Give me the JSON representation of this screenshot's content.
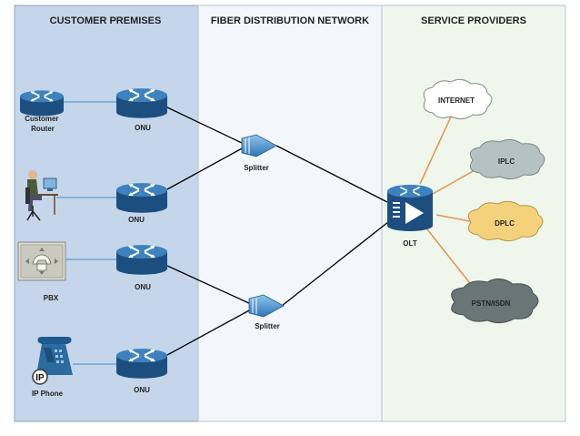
{
  "zones": {
    "customer": "CUSTOMER PREMISES",
    "fiber": "FIBER DISTRIBUTION NETWORK",
    "providers": "SERVICE PROVIDERS"
  },
  "devices": {
    "customer_router": "Customer\nRouter",
    "onu_1": "ONU",
    "onu_2": "ONU",
    "onu_3": "ONU",
    "onu_4": "ONU",
    "pbx": "PBX",
    "ip_phone": "IP Phone",
    "ip_badge": "IP",
    "splitter_1": "Splitter",
    "splitter_2": "Splitter",
    "olt": "OLT"
  },
  "clouds": {
    "internet": "INTERNET",
    "iplc": "IPLC",
    "dplc": "DPLC",
    "pstn": "PSTN/ISDN"
  },
  "colors": {
    "customer_bg": "#c5d6ea",
    "fiber_bg": "#f3f6fb",
    "providers_bg": "#eff6ec",
    "router_blue": "#2f6fa6",
    "fiber_line": "#000000",
    "copper_line": "#5b9bd5",
    "provider_line": "#e8914a",
    "cloud_white": "#ffffff",
    "cloud_gray": "#b5c2c4",
    "cloud_yellow": "#f4d27c",
    "cloud_dark": "#6a7576"
  }
}
